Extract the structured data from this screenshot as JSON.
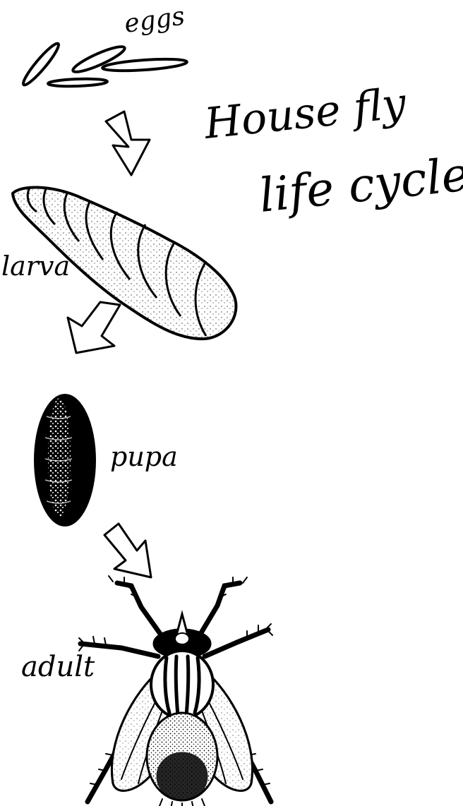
{
  "title": {
    "line1": "House fly",
    "line2": "life cycle"
  },
  "stages": [
    {
      "id": "eggs",
      "label": "eggs"
    },
    {
      "id": "larva",
      "label": "larva"
    },
    {
      "id": "pupa",
      "label": "pupa"
    },
    {
      "id": "adult",
      "label": "adult"
    }
  ],
  "arrows": [
    {
      "from": "eggs",
      "to": "larva"
    },
    {
      "from": "larva",
      "to": "pupa"
    },
    {
      "from": "pupa",
      "to": "adult"
    }
  ],
  "colors": {
    "ink": "#000000",
    "paper": "#ffffff",
    "stipple": "#555555"
  }
}
